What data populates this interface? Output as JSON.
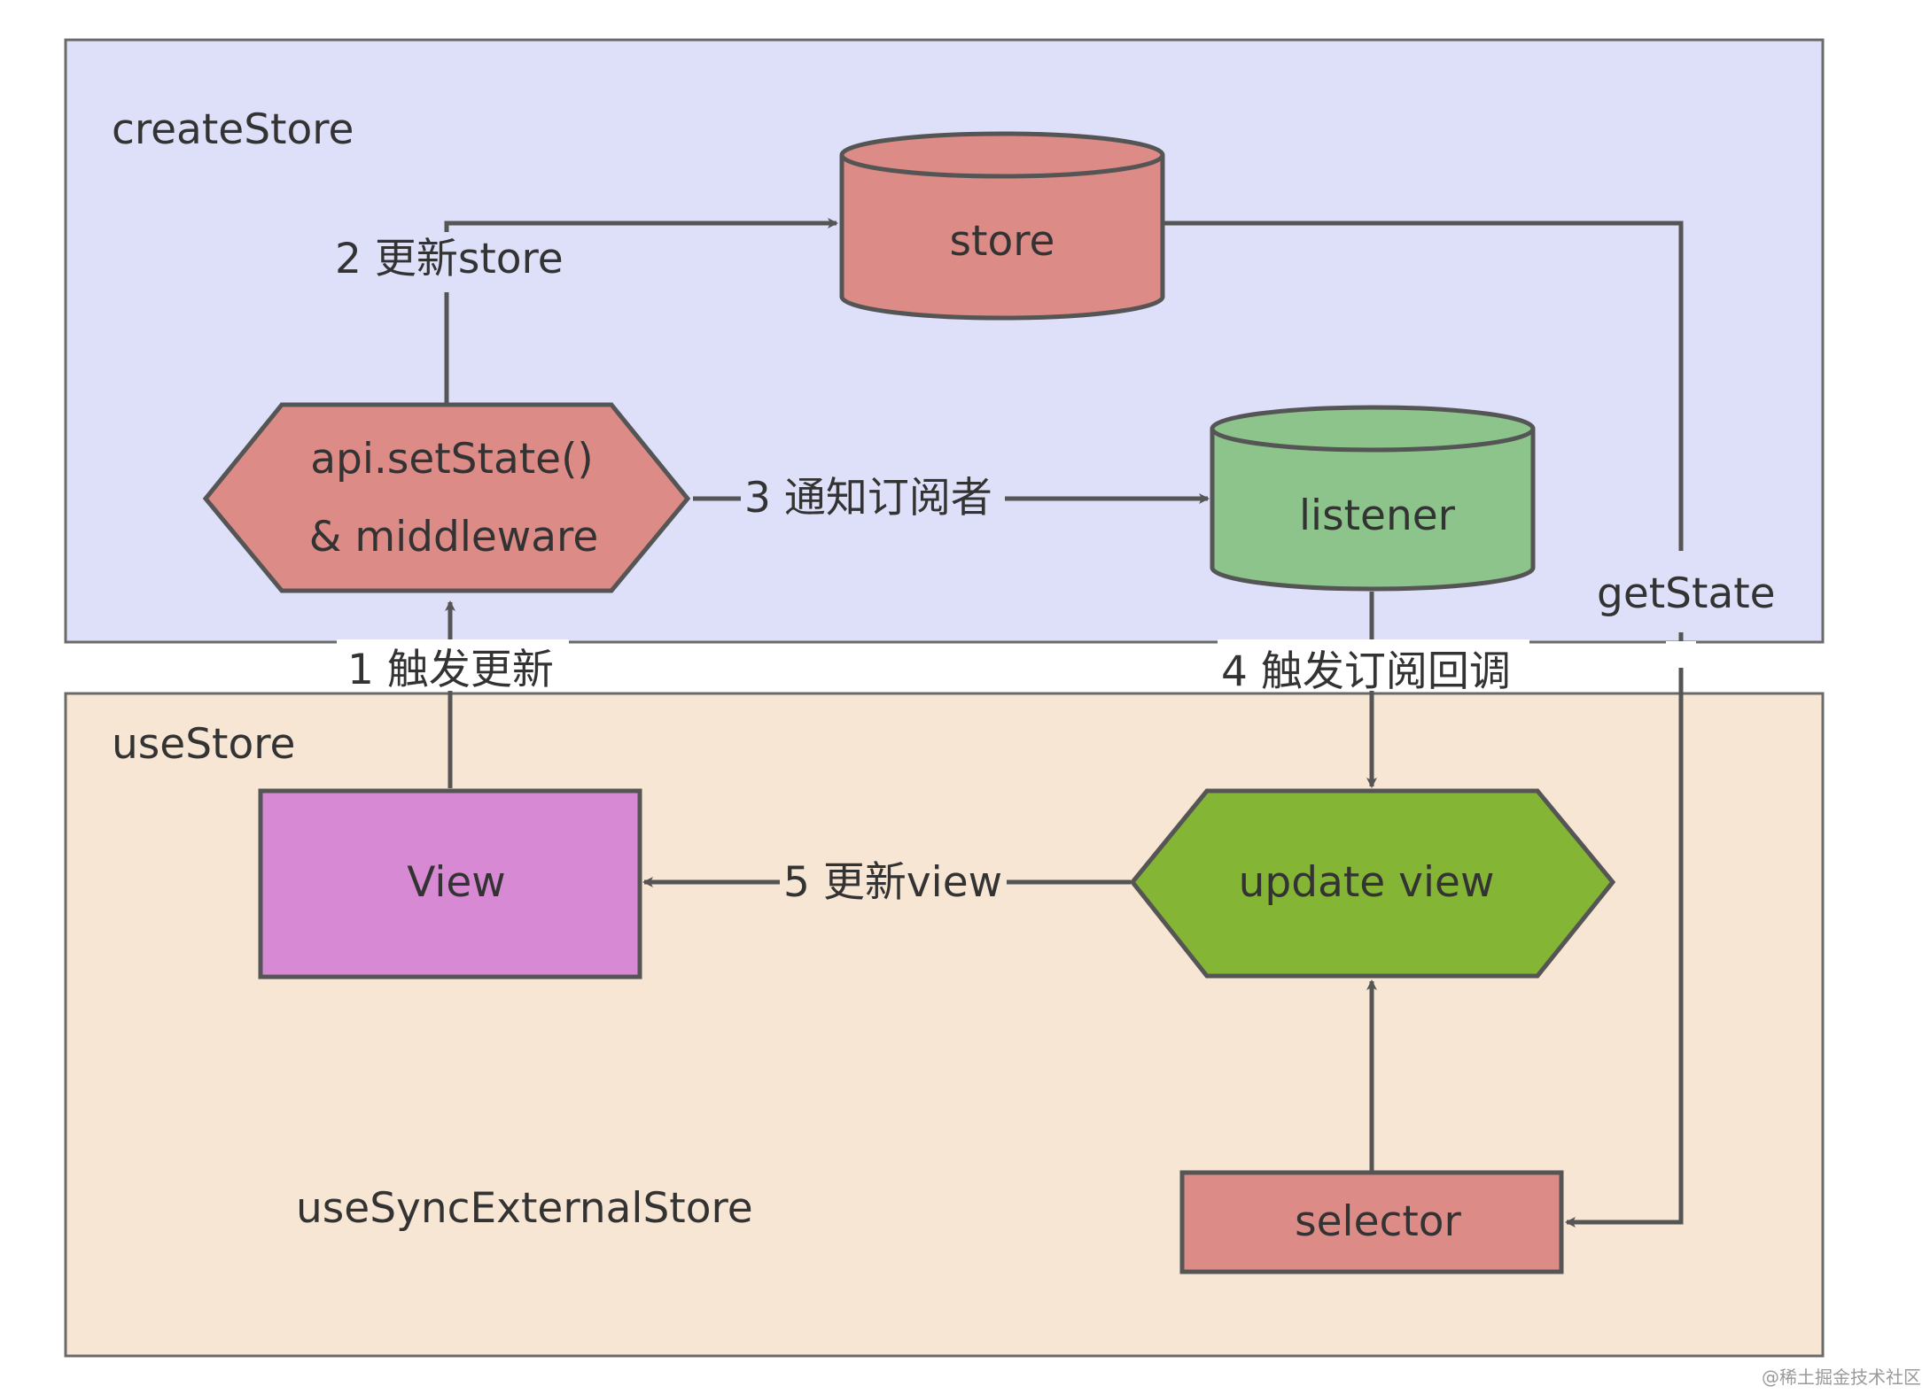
{
  "regions": {
    "create_store": {
      "label": "createStore",
      "color": "#dde0f8"
    },
    "use_store": {
      "label": "useStore",
      "color": "#f8e6d4"
    }
  },
  "nodes": {
    "store": {
      "label": "store",
      "shape": "cylinder",
      "color": "#dc8b86"
    },
    "set_state_line1": "api.setState()",
    "set_state_line2": "& middleware",
    "set_state_color": "#dc8b86",
    "listener": {
      "label": "listener",
      "shape": "cylinder",
      "color": "#8cc48c"
    },
    "view": {
      "label": "View",
      "shape": "rectangle",
      "color": "#d889d3"
    },
    "update_view": {
      "label": "update view",
      "shape": "hexagon",
      "color": "#85b535"
    },
    "selector": {
      "label": "selector",
      "shape": "rectangle",
      "color": "#dc8b86"
    }
  },
  "edges": {
    "trigger_update": "1 触发更新",
    "update_store": "2 更新store",
    "notify_subscribers": "3 通知订阅者",
    "trigger_callback": "4 触发订阅回调",
    "update_view": "5 更新view",
    "get_state": "getState"
  },
  "annotations": {
    "hook_name": "useSyncExternalStore",
    "watermark": "@稀土掘金技术社区"
  },
  "colors": {
    "stroke": "#555555"
  }
}
